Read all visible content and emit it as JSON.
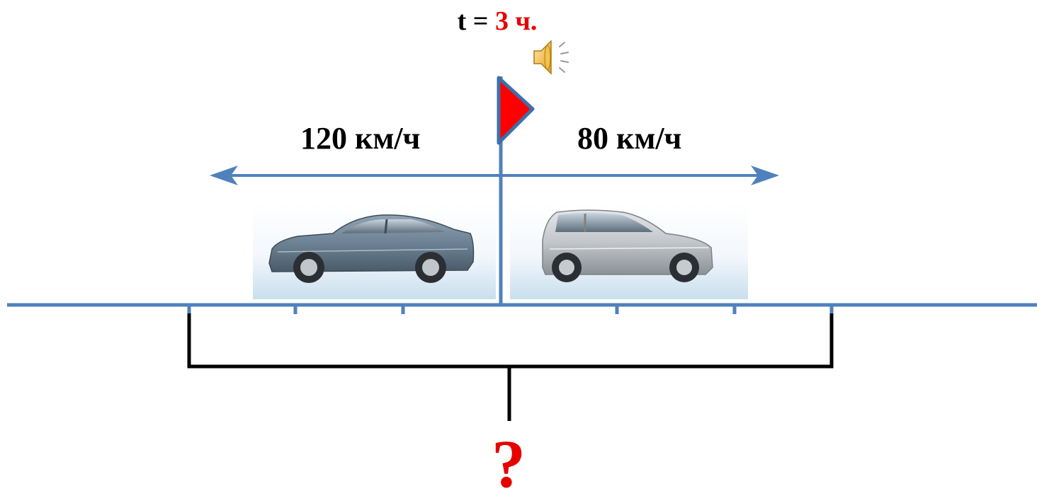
{
  "time_label": {
    "prefix": "t = ",
    "value": "3 ч."
  },
  "left_car": {
    "speed": "120 км/ч",
    "direction": "left"
  },
  "right_car": {
    "speed": "80 км/ч",
    "direction": "right"
  },
  "question_mark": "?",
  "icons": [
    "speaker-icon",
    "flag-icon"
  ],
  "colors": {
    "axis": "#4f81bd",
    "flag": "#ff0000",
    "accent_red": "#e60000",
    "bracket": "#000000"
  }
}
